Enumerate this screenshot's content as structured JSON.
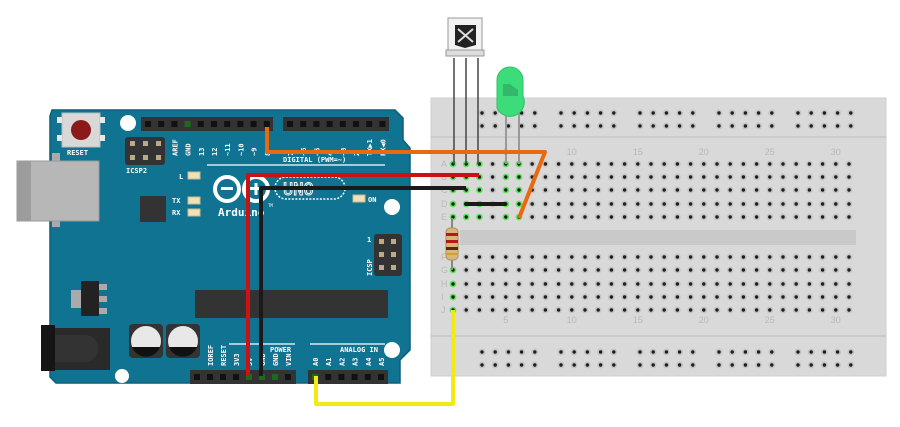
{
  "title": "Arduino Uno IR receiver and LED breadboard circuit",
  "colors": {
    "board": "#0f7391",
    "board_edge": "#0c5f78",
    "breadboard": "#d9d9d9",
    "wire_orange": "#e8690e",
    "wire_red": "#cc1111",
    "wire_black": "#1a1a1a",
    "wire_yellow": "#f2ea14",
    "led_green": "#3ddc7a",
    "hole_active": "#5ce65c"
  },
  "arduino": {
    "reset_label": "RESET",
    "icsp2_label": "ICSP2",
    "icsp_label": "ICSP",
    "icsp_pin1_label": "1",
    "led_l_label": "L",
    "led_tx_label": "TX",
    "led_rx_label": "RX",
    "on_label": "ON",
    "logo_text": "Arduino",
    "tm": "TM",
    "uno_text": "UNO",
    "digital_label": "DIGITAL (PWM=~)",
    "power_label": "POWER",
    "analog_label": "ANALOG IN",
    "digital_pins_left": [
      "",
      "",
      "AREF",
      "GND",
      "13",
      "12",
      "~11",
      "~10",
      "~9",
      "8"
    ],
    "digital_pins_right": [
      "7",
      "~6",
      "~5",
      "4",
      "~3",
      "2",
      "TX▶1",
      "RX◀0"
    ],
    "power_pins": [
      "",
      "IOREF",
      "RESET",
      "3V3",
      "5V",
      "GND",
      "GND",
      "VIN"
    ],
    "analog_pins": [
      "A0",
      "A1",
      "A2",
      "A3",
      "A4",
      "A5"
    ]
  },
  "breadboard": {
    "rows_top": [
      "A",
      "B",
      "C",
      "D",
      "E"
    ],
    "rows_bottom": [
      "F",
      "G",
      "H",
      "I",
      "J"
    ],
    "column_numbers": [
      "1",
      "5",
      "10",
      "15",
      "20",
      "25",
      "30"
    ]
  },
  "components": {
    "ir_receiver": "IR receiver",
    "led": "Green LED",
    "resistor": "Resistor"
  },
  "connections": [
    {
      "wire": "orange",
      "from": "Digital pin 8",
      "to": "Breadboard E5"
    },
    {
      "wire": "red",
      "from": "5V",
      "to": "Breadboard B3"
    },
    {
      "wire": "black",
      "from": "GND",
      "to": "Breadboard C2"
    },
    {
      "wire": "black",
      "from": "Breadboard D2",
      "to": "Breadboard D5"
    },
    {
      "wire": "yellow",
      "from": "A0",
      "to": "Breadboard J1"
    }
  ]
}
